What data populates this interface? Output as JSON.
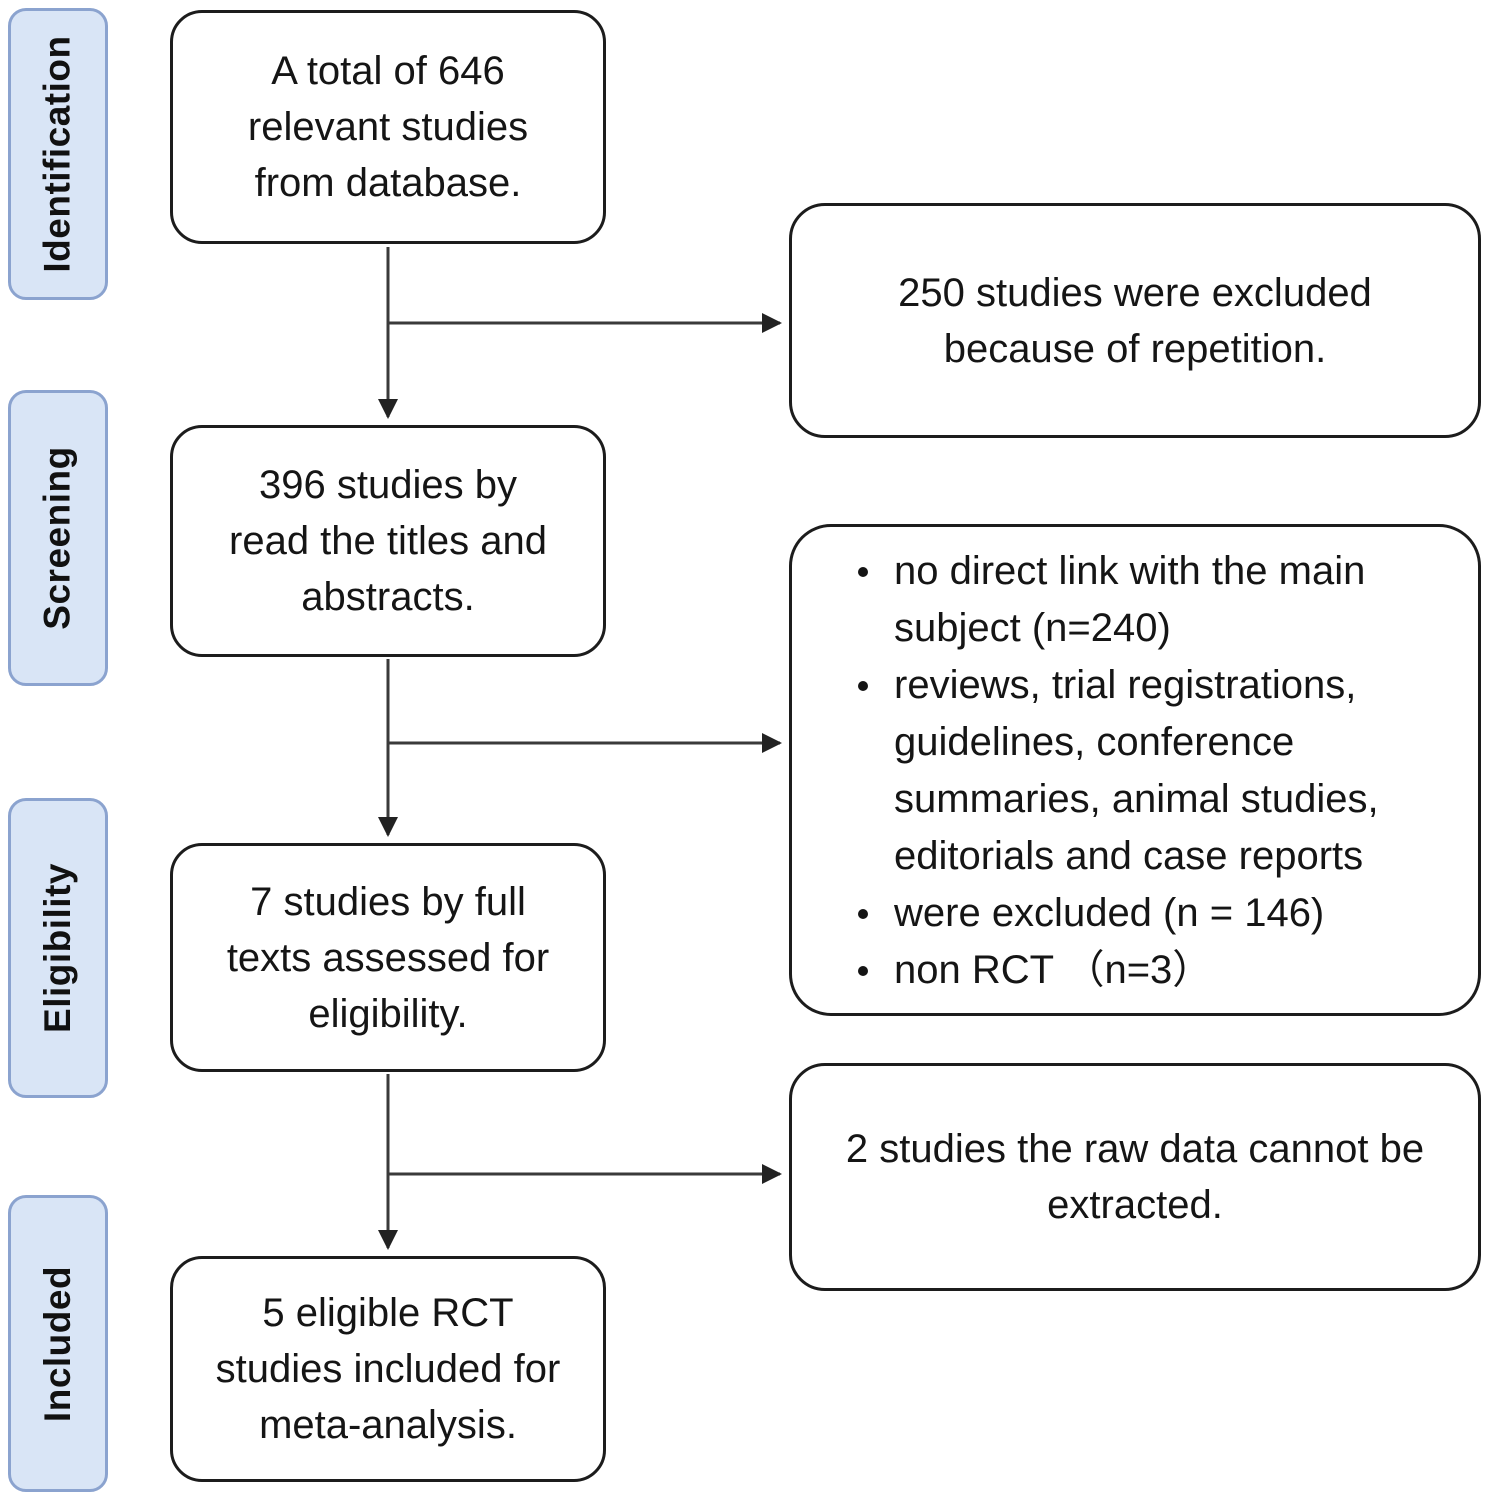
{
  "diagram": {
    "stages": [
      {
        "label": "Identification"
      },
      {
        "label": "Screening"
      },
      {
        "label": "Eligibility"
      },
      {
        "label": "Included"
      }
    ],
    "flow_boxes": [
      {
        "lines": [
          "A total of 646",
          "relevant studies",
          "from database."
        ]
      },
      {
        "lines": [
          "396 studies by",
          "read the titles and",
          "abstracts."
        ]
      },
      {
        "lines": [
          "7 studies by full",
          "texts assessed for",
          "eligibility."
        ]
      },
      {
        "lines": [
          "5 eligible RCT",
          "studies included for",
          "meta-analysis."
        ]
      }
    ],
    "exclusion_boxes": [
      {
        "lines": [
          "250 studies were excluded",
          "because of repetition."
        ]
      },
      {
        "bullets": [
          {
            "lines": [
              "no direct link with the main",
              "subject (n=240)"
            ]
          },
          {
            "lines": [
              "reviews, trial registrations,",
              "guidelines, conference",
              "summaries, animal studies,",
              "editorials and case reports"
            ]
          },
          {
            "lines": [
              "were excluded (n = 146)"
            ]
          },
          {
            "lines": [
              "non RCT （n=3）"
            ]
          }
        ]
      },
      {
        "lines": [
          "2 studies the raw data cannot be",
          "extracted."
        ]
      }
    ],
    "colors": {
      "stage_fill": "#d9e5f6",
      "stage_border": "#8ba3cf",
      "box_border": "#1c1c1c",
      "arrow": "#3a3a3a",
      "text": "#151515",
      "background": "#ffffff"
    }
  }
}
